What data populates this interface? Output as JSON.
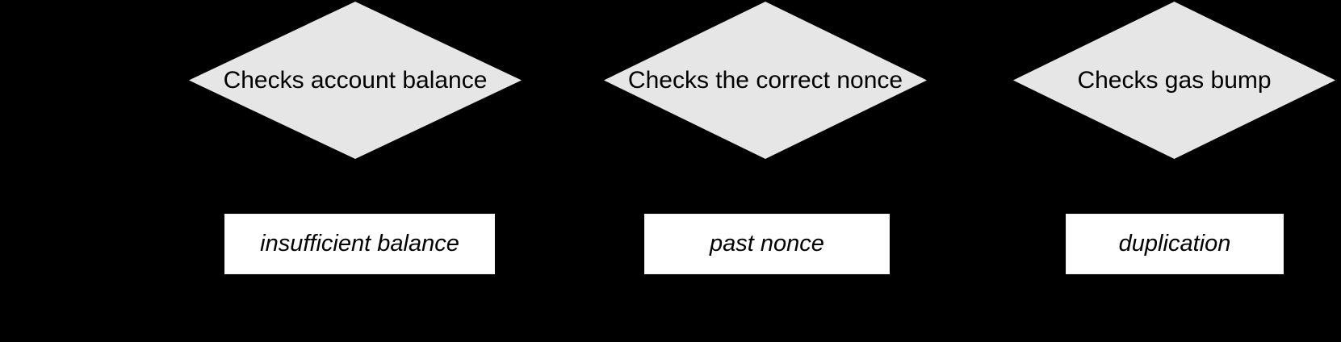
{
  "diagram": {
    "background_color": "#000000",
    "shape_fill": "#e6e6e6",
    "box_fill": "#ffffff",
    "text_color": "#000000",
    "decisions": [
      {
        "label": "Checks account balance"
      },
      {
        "label": "Checks the correct nonce"
      },
      {
        "label": "Checks gas bump"
      }
    ],
    "results": [
      {
        "label": "insufficient balance"
      },
      {
        "label": "past nonce"
      },
      {
        "label": "duplication"
      }
    ]
  }
}
